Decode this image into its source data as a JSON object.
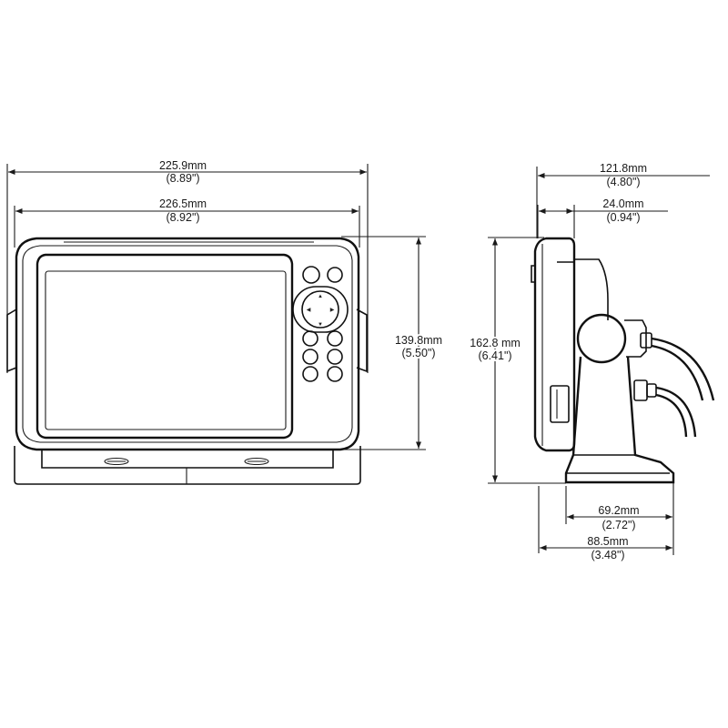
{
  "front_view": {
    "overall_width": {
      "mm": "225.9mm",
      "in": "(8.89\")"
    },
    "body_width": {
      "mm": "226.5mm",
      "in": "(8.92\")"
    },
    "body_height": {
      "mm": "139.8mm",
      "in": "(5.50\")"
    },
    "dpad_arrow_glyphs": [
      "▲",
      "▼",
      "◀",
      "▶"
    ]
  },
  "side_view": {
    "overall_depth": {
      "mm": "121.8mm",
      "in": "(4.80\")"
    },
    "bezel_depth": {
      "mm": "24.0mm",
      "in": "(0.94\")"
    },
    "overall_height": {
      "mm": "162.8 mm",
      "in": "(6.41\")"
    },
    "bracket_depth": {
      "mm": "69.2mm",
      "in": "(2.72\")"
    },
    "base_depth": {
      "mm": "88.5mm",
      "in": "(3.48\")"
    }
  },
  "colors": {
    "line": "#1a1a1a",
    "background": "#ffffff"
  }
}
